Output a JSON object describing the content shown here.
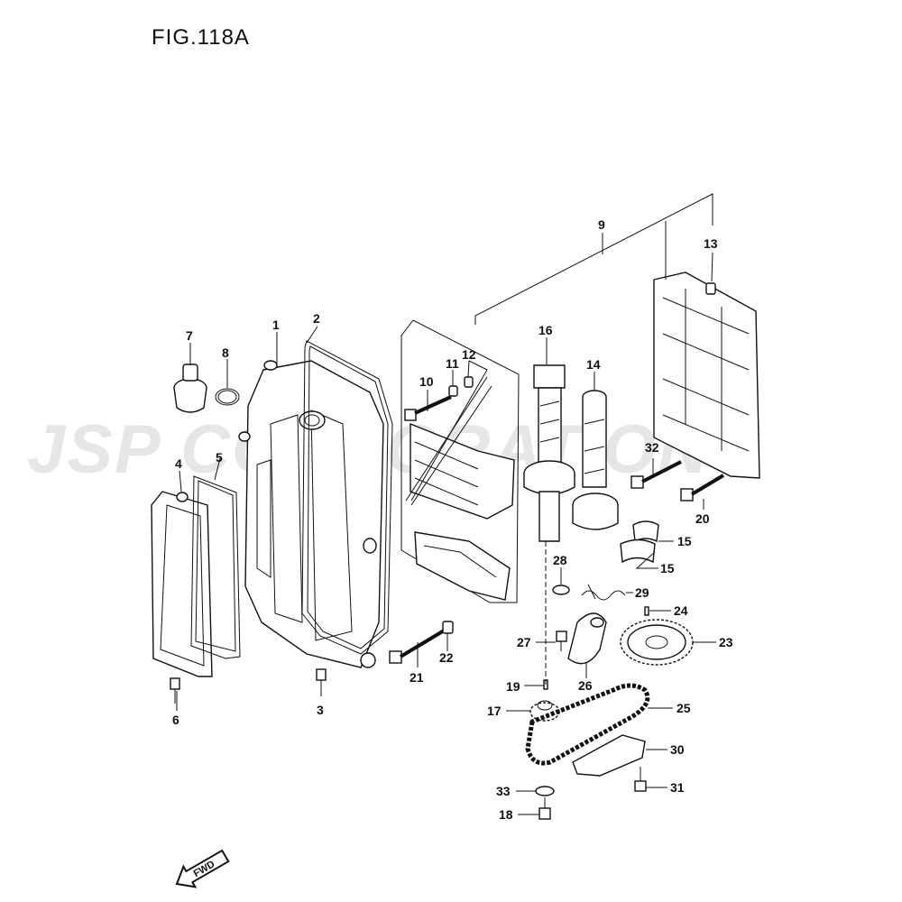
{
  "figure": {
    "title": "FIG.118A"
  },
  "watermark": {
    "text": "JSP CORPORATION"
  },
  "direction": {
    "label": "FWD"
  },
  "callouts": [
    {
      "id": "c1",
      "label": "1"
    },
    {
      "id": "c2",
      "label": "2"
    },
    {
      "id": "c3",
      "label": "3"
    },
    {
      "id": "c4",
      "label": "4"
    },
    {
      "id": "c5",
      "label": "5"
    },
    {
      "id": "c6",
      "label": "6"
    },
    {
      "id": "c7",
      "label": "7"
    },
    {
      "id": "c8",
      "label": "8"
    },
    {
      "id": "c9",
      "label": "9"
    },
    {
      "id": "c10",
      "label": "10"
    },
    {
      "id": "c11",
      "label": "11"
    },
    {
      "id": "c12",
      "label": "12"
    },
    {
      "id": "c13",
      "label": "13"
    },
    {
      "id": "c14",
      "label": "14"
    },
    {
      "id": "c15a",
      "label": "15"
    },
    {
      "id": "c15b",
      "label": "15"
    },
    {
      "id": "c16",
      "label": "16"
    },
    {
      "id": "c17",
      "label": "17"
    },
    {
      "id": "c18",
      "label": "18"
    },
    {
      "id": "c19",
      "label": "19"
    },
    {
      "id": "c20",
      "label": "20"
    },
    {
      "id": "c21",
      "label": "21"
    },
    {
      "id": "c22",
      "label": "22"
    },
    {
      "id": "c23",
      "label": "23"
    },
    {
      "id": "c24",
      "label": "24"
    },
    {
      "id": "c25",
      "label": "25"
    },
    {
      "id": "c26",
      "label": "26"
    },
    {
      "id": "c27",
      "label": "27"
    },
    {
      "id": "c28",
      "label": "28"
    },
    {
      "id": "c29",
      "label": "29"
    },
    {
      "id": "c30",
      "label": "30"
    },
    {
      "id": "c31",
      "label": "31"
    },
    {
      "id": "c32",
      "label": "32"
    },
    {
      "id": "c33",
      "label": "33"
    }
  ]
}
